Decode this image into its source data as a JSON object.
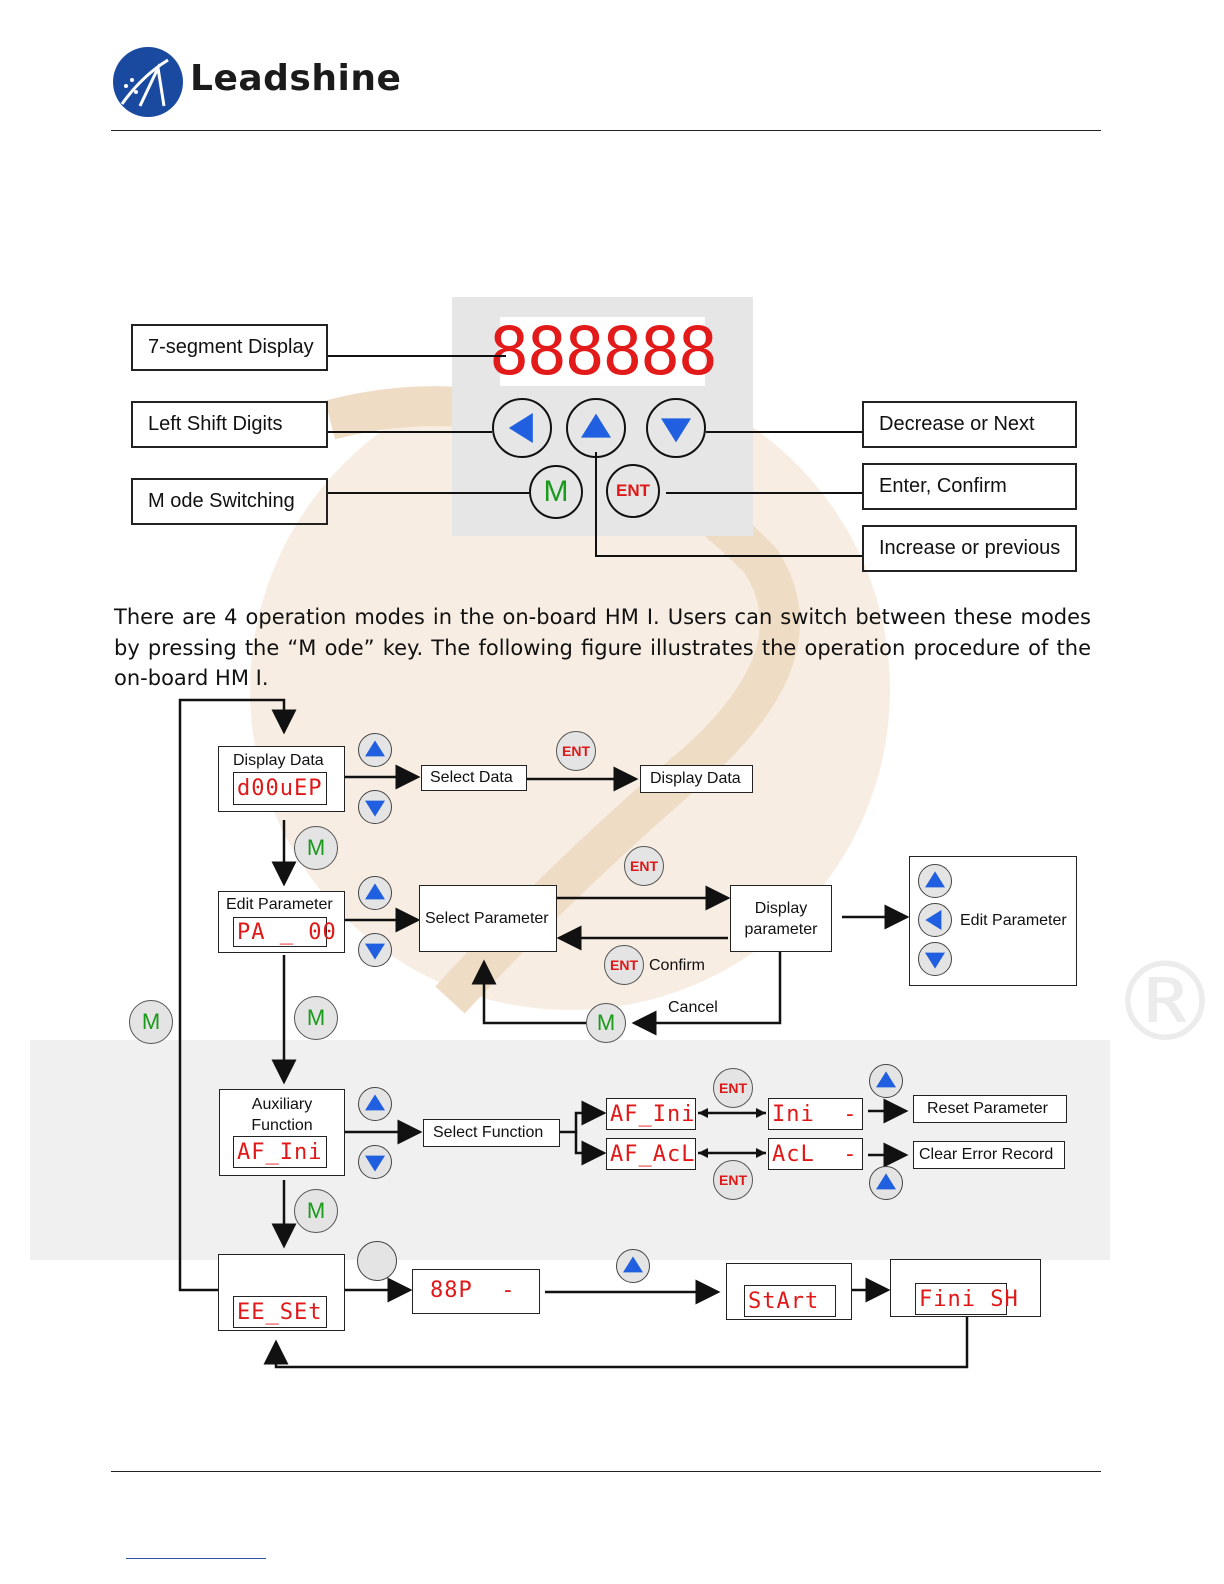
{
  "header": {
    "brand": "Leadshine"
  },
  "panel": {
    "display_digits": "888888",
    "labels": {
      "seven_segment": "7-segment Display",
      "left_shift": "Left Shift Digits",
      "mode_switching": "M ode Switching",
      "decrease": "Decrease or Next",
      "enter": "Enter, Confirm",
      "increase": "Increase or previous"
    },
    "keys": {
      "m": "M",
      "ent": "ENT"
    }
  },
  "paragraph": "There are 4 operation modes in the on-board HM I. Users can switch between these modes by pressing the “M ode” key. The following figure illustrates the operation procedure of the on-board HM I.",
  "flow": {
    "key_m": "M",
    "key_ent": "ENT",
    "display_data": {
      "title": "Display Data",
      "seg": "d00uEP",
      "select": "Select Data",
      "result": "Display Data"
    },
    "edit_param": {
      "title": "Edit Parameter",
      "seg": "PA _ 00",
      "select": "Select Parameter",
      "display": "Display parameter",
      "edit": "Edit Parameter",
      "confirm": "Confirm",
      "cancel": "Cancel"
    },
    "aux": {
      "title": "Auxiliary Function",
      "seg": "AF_Ini",
      "select": "Select Function",
      "seg_ini": "AF_Ini",
      "seg_acl": "AF_AcL",
      "seg_ini2": "Ini  -",
      "seg_acl2": "AcL  -",
      "reset": "Reset Parameter",
      "clear": "Clear Error Record"
    },
    "ee": {
      "seg": "EE_SEt",
      "seg2": "88P  -",
      "start": "StArt",
      "finish": "Fini SH"
    }
  },
  "colors": {
    "segment_red": "#e01818",
    "key_blue": "#1f5fe0",
    "key_green": "#1a9a1a"
  }
}
